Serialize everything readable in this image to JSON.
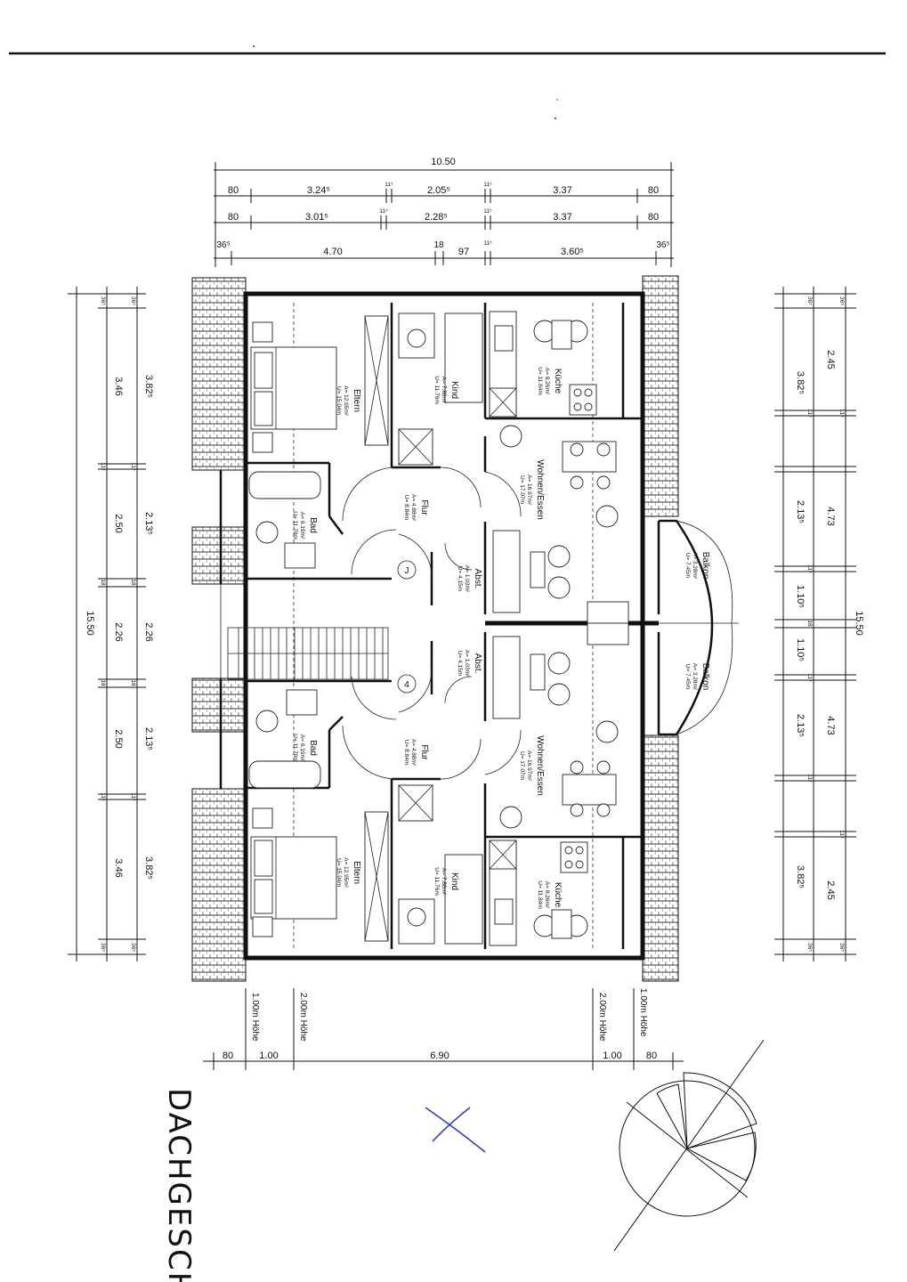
{
  "drawing": {
    "title": "DACHGESCH",
    "pen_mark": "X",
    "colors": {
      "ink": "#111111",
      "pen": "#3b3bb5",
      "paper": "#ffffff"
    }
  },
  "dimensions": {
    "top_total": "10.50",
    "top_row1": [
      "80",
      "3.24⁵",
      "11⁵",
      "2.05⁵",
      "11⁵",
      "3.37",
      "80"
    ],
    "top_row2": [
      "80",
      "3.01⁵",
      "11⁵",
      "2.28⁵",
      "11⁵",
      "3.37",
      "80"
    ],
    "top_row3": [
      "36⁵",
      "4.70",
      "18",
      "97",
      "11⁵",
      "3.60⁵",
      "36⁵"
    ],
    "bottom": [
      "80",
      "1.00",
      "6.90",
      "1.00",
      "80"
    ],
    "bottom_heights": [
      "1.00m Höhe",
      "2.00m Höhe",
      "2.00m Höhe",
      "1.00m Höhe"
    ],
    "left_total": "15.50",
    "left_col1": [
      "36⁵",
      "3.46",
      "11⁵",
      "2.50",
      "18",
      "2.26",
      "18",
      "2.50",
      "11⁵",
      "3.46",
      "36⁵"
    ],
    "left_col2": [
      "36⁵",
      "3.82⁵",
      "11⁵",
      "2.13⁵",
      "18",
      "2.26",
      "18",
      "2.13⁵",
      "11⁵",
      "3.82⁵",
      "36⁵"
    ],
    "right_total": "15.50",
    "right_col1": [
      "36⁵",
      "3.82⁵",
      "11⁵",
      "2.13⁵",
      "11⁵",
      "1.10⁵",
      "18",
      "1.10⁵",
      "11⁵",
      "2.13⁵",
      "11⁵",
      "3.82⁵",
      "36⁵"
    ],
    "right_col2": [
      "36⁵",
      "2.45",
      "11⁵",
      "4.73",
      "4.73",
      "11⁵",
      "2.45",
      "36⁵"
    ]
  },
  "rooms_upper": [
    {
      "name": "Eltern",
      "area": "A= 12.95m²",
      "perimeter": "U= 15.04m"
    },
    {
      "name": "Kind",
      "area": "A= 7.86m²",
      "perimeter": "U= 11.76m"
    },
    {
      "name": "Küche",
      "area": "A= 8.26m²",
      "perimeter": "U= 11.84m"
    },
    {
      "name": "Wohnen/Essen",
      "area": "A= 16.97m²",
      "perimeter": "U= 17.07m"
    },
    {
      "name": "Bad",
      "area": "A= 6.19m²",
      "perimeter": "U= 11.70m"
    },
    {
      "name": "Flur",
      "area": "A= 4.88m²",
      "perimeter": "U= 8.84m"
    },
    {
      "name": "Abst.",
      "area": "A= 1.03m²",
      "perimeter": "U= 4.15m"
    },
    {
      "name": "Balkon",
      "area": "A= 3.28m²",
      "perimeter": "U= 7.45m"
    }
  ],
  "rooms_lower": [
    {
      "name": "Eltern",
      "area": "A= 12.95m²",
      "perimeter": "U= 15.04m"
    },
    {
      "name": "Kind",
      "area": "A= 7.86m²",
      "perimeter": "U= 11.76m"
    },
    {
      "name": "Küche",
      "area": "A= 8.26m²",
      "perimeter": "U= 11.84m"
    },
    {
      "name": "Wohnen/Essen",
      "area": "A= 16.97m²",
      "perimeter": "U= 17.07m"
    },
    {
      "name": "Bad",
      "area": "A= 6.19m²",
      "perimeter": "U= 11.70m"
    },
    {
      "name": "Flur",
      "area": "A= 4.88m²",
      "perimeter": "U= 8.84m"
    },
    {
      "name": "Abst.",
      "area": "A= 1.03m²",
      "perimeter": "U= 4.15m"
    },
    {
      "name": "Balkon",
      "area": "A= 3.28m²",
      "perimeter": "U= 7.45m"
    }
  ],
  "stair_marks": [
    "J",
    "4"
  ]
}
